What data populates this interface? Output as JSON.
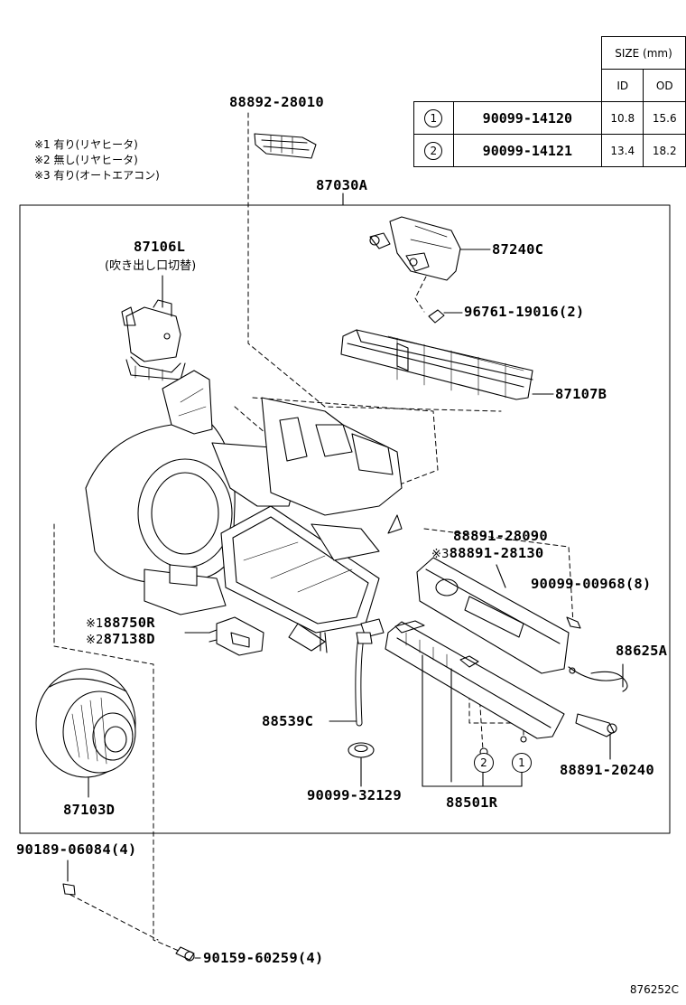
{
  "size_table": {
    "header": "SIZE (mm)",
    "col_id": "ID",
    "col_od": "OD",
    "rows": [
      {
        "mark": "1",
        "part": "90099-14120",
        "id": "10.8",
        "od": "15.6"
      },
      {
        "mark": "2",
        "part": "90099-14121",
        "id": "13.4",
        "od": "18.2"
      }
    ]
  },
  "notes": [
    "※1 有り(リヤヒータ)",
    "※2 無し(リヤヒータ)",
    "※3 有り(オートエアコン)"
  ],
  "labels": {
    "p88892": "88892-28010",
    "p87030a": "87030A",
    "p87106l": "87106L",
    "p87106l_sub": "(吹き出し口切替)",
    "p87240c": "87240C",
    "p96761": "96761-19016(2)",
    "p87107b": "87107B",
    "p88891_28090": "88891-28090",
    "p88891_28130_mark": "※3",
    "p88891_28130": "88891-28130",
    "p90099_00968": "90099-00968(8)",
    "p88750r_mark": "※1",
    "p88750r": "88750R",
    "p87138d_mark": "※2",
    "p87138d": "87138D",
    "p88625a": "88625A",
    "p88539c": "88539C",
    "p88891_20240": "88891-20240",
    "p90099_32129": "90099-32129",
    "p88501r": "88501R",
    "p87103d": "87103D",
    "p90189": "90189-06084(4)",
    "p90159": "90159-60259(4)",
    "callout_2": "2",
    "callout_1": "1"
  },
  "diagram_code": "876252C"
}
